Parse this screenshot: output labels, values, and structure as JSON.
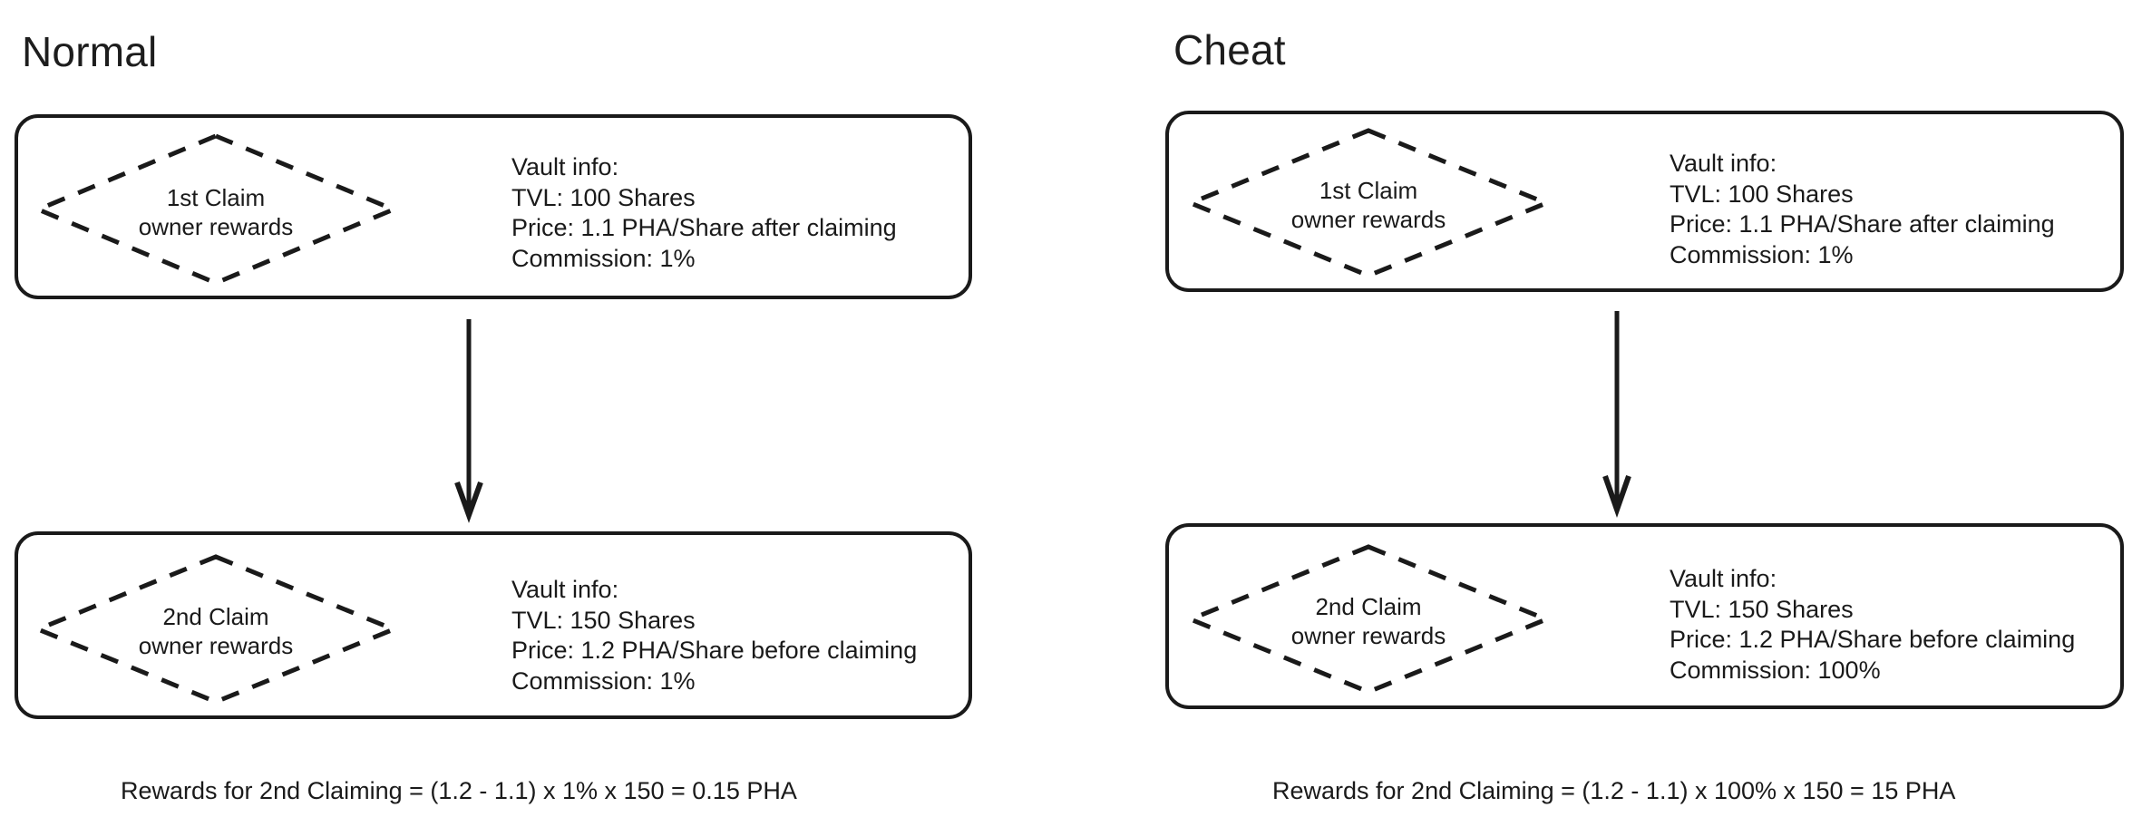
{
  "diagram": {
    "title_normal": "Normal",
    "title_cheat": "Cheat",
    "colors": {
      "stroke": "#1a1a1a",
      "text": "#1a1a1a",
      "background": "#ffffff"
    }
  },
  "panels": [
    {
      "id": "normal",
      "title": "Normal",
      "stages": [
        {
          "id": "first-claim",
          "diamond_line1": "1st Claim",
          "diamond_line2": "owner rewards",
          "vault_info": {
            "heading": "Vault info:",
            "tvl": "TVL: 100 Shares",
            "price": "Price: 1.1 PHA/Share after claiming",
            "commission": "Commission: 1%"
          }
        },
        {
          "id": "second-claim",
          "diamond_line1": "2nd Claim",
          "diamond_line2": "owner rewards",
          "vault_info": {
            "heading": "Vault info:",
            "tvl": "TVL: 150 Shares",
            "price": "Price: 1.2 PHA/Share before claiming",
            "commission": "Commission: 1%"
          }
        }
      ],
      "formula": "Rewards for 2nd Claiming = (1.2 - 1.1) x 1% x 150 = 0.15 PHA"
    },
    {
      "id": "cheat",
      "title": "Cheat",
      "stages": [
        {
          "id": "first-claim",
          "diamond_line1": "1st Claim",
          "diamond_line2": "owner rewards",
          "vault_info": {
            "heading": "Vault info:",
            "tvl": "TVL: 100 Shares",
            "price": "Price: 1.1 PHA/Share after claiming",
            "commission": "Commission: 1%"
          }
        },
        {
          "id": "second-claim",
          "diamond_line1": "2nd Claim",
          "diamond_line2": "owner rewards",
          "vault_info": {
            "heading": "Vault info:",
            "tvl": "TVL: 150 Shares",
            "price": "Price: 1.2 PHA/Share before claiming",
            "commission": "Commission: 100%"
          }
        }
      ],
      "formula": "Rewards for 2nd Claiming = (1.2 - 1.1) x 100% x 150 = 15 PHA"
    }
  ]
}
